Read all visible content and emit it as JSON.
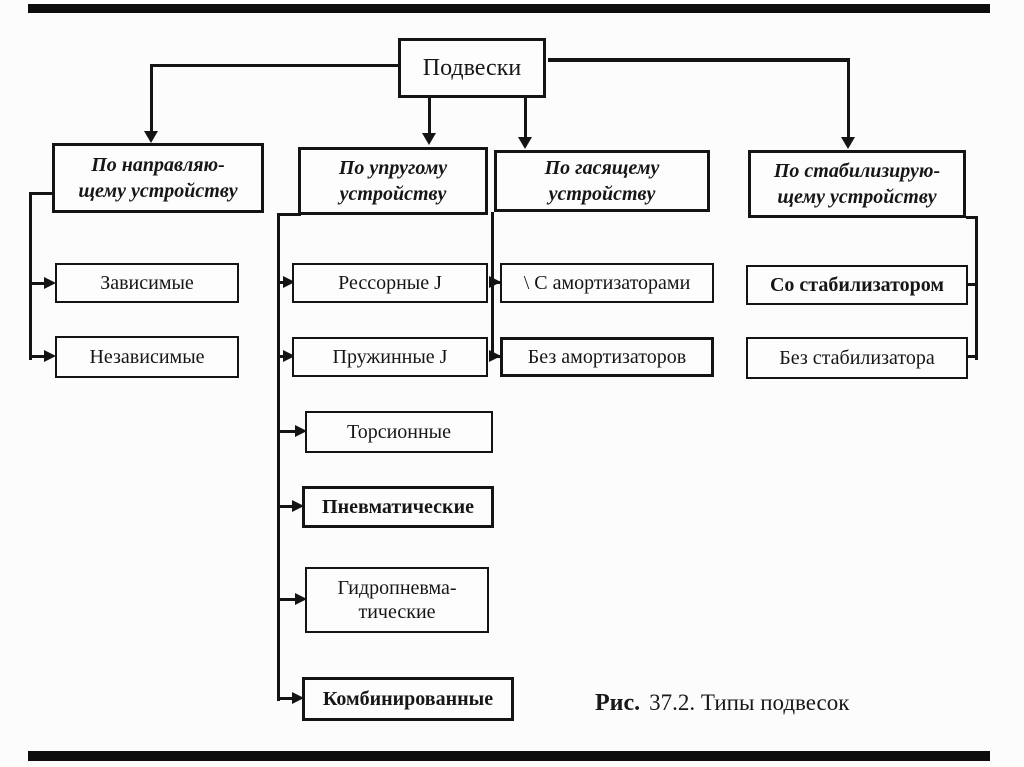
{
  "root_label": "Подвески",
  "columns": {
    "guiding": {
      "header": "По направляю-\nщему устройству",
      "items": [
        "Зависимые",
        "Независимые"
      ]
    },
    "elastic": {
      "header": "По упругому\nустройству",
      "items": [
        "Рессорные  J",
        "Пружинные J",
        "Торсионные",
        "Пневматические",
        "Гидропневма-\nтические",
        "Комбинированные"
      ]
    },
    "damping": {
      "header": "По гасящему\nустройству",
      "items": [
        "\\ С амортизаторами",
        "Без амортизаторов"
      ]
    },
    "stabilizing": {
      "header": "По стабилизирую-\nщему устройству",
      "items": [
        "Со стабилизатором",
        "Без стабилизатора"
      ]
    }
  },
  "caption": {
    "prefix": "Рис.",
    "text": "37.2. Типы подвесок"
  }
}
